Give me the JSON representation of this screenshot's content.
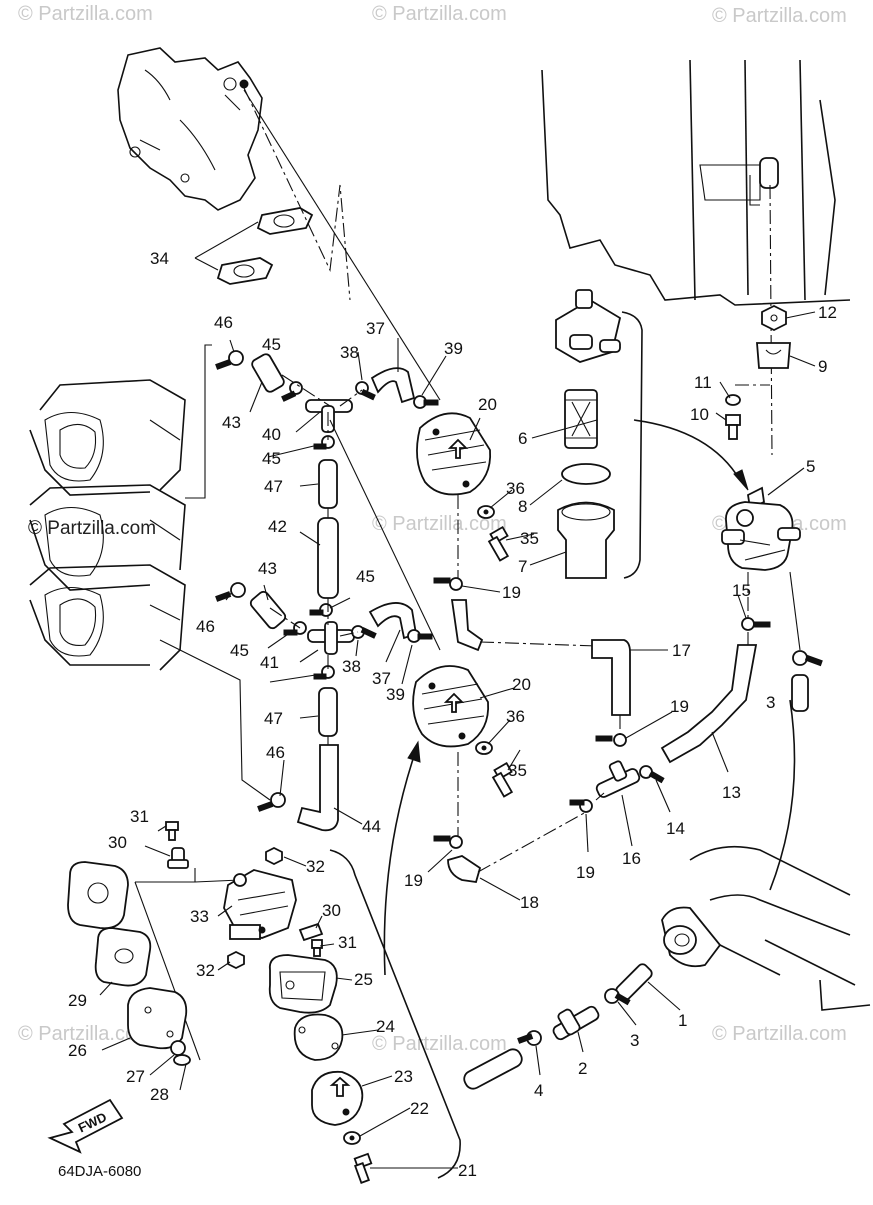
{
  "diagram": {
    "code": "64DJA-6080",
    "direction_badge": "FWD",
    "watermark": "© Partzilla.com",
    "callouts": [
      "1",
      "2",
      "3",
      "3",
      "4",
      "5",
      "6",
      "7",
      "8",
      "9",
      "10",
      "11",
      "12",
      "13",
      "14",
      "15",
      "16",
      "17",
      "18",
      "19",
      "19",
      "19",
      "19",
      "20",
      "20",
      "21",
      "22",
      "23",
      "24",
      "25",
      "26",
      "27",
      "28",
      "29",
      "30",
      "30",
      "31",
      "31",
      "32",
      "32",
      "33",
      "34",
      "35",
      "35",
      "36",
      "36",
      "37",
      "37",
      "38",
      "38",
      "39",
      "39",
      "40",
      "41",
      "42",
      "43",
      "43",
      "44",
      "45",
      "45",
      "45",
      "45",
      "46",
      "46",
      "46",
      "47",
      "47"
    ]
  }
}
